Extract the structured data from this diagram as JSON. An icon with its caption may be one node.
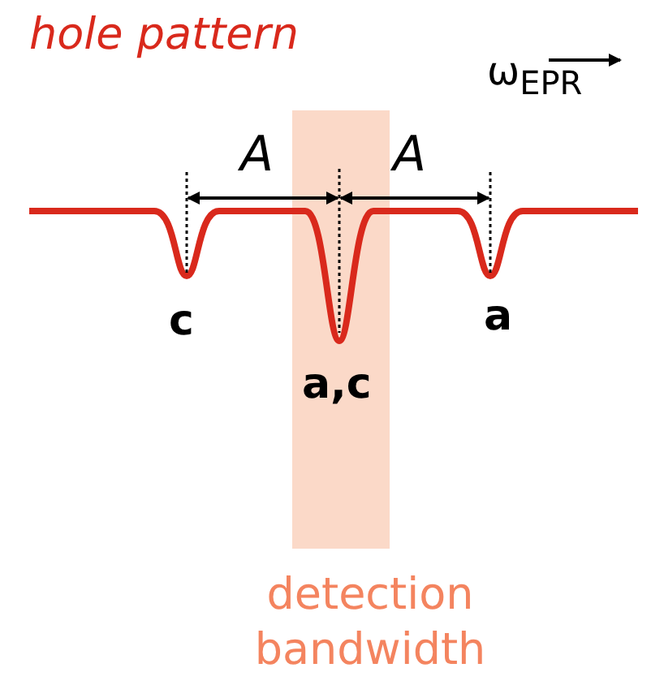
{
  "diagram": {
    "title": "hole pattern",
    "labels": [
      "ω$_{EPR}$",
      "A",
      "A",
      "c",
      "a,c",
      "a",
      "detection bandwidth"
    ]
  }
}
